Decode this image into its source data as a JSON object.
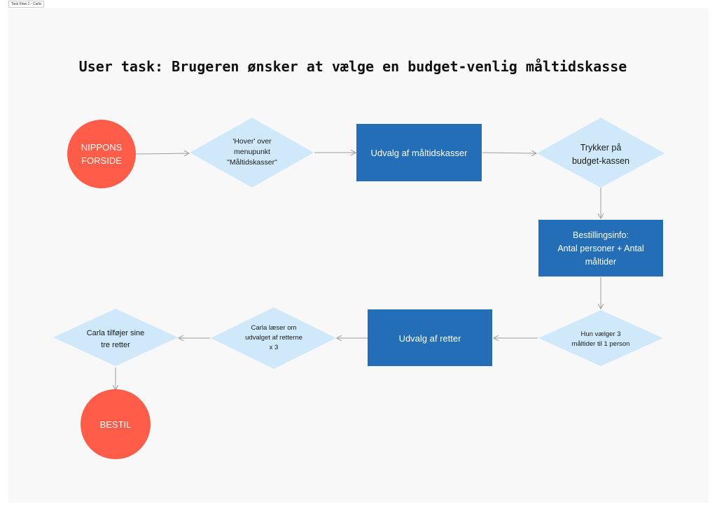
{
  "frame": {
    "label": "Task Flow 1 - Carla"
  },
  "diagram": {
    "title": "User task: Brugeren ønsker at vælge en budget-venlig måltidskasse",
    "colors": {
      "circle": "#ff5d49",
      "diamond": "#cfe9fb",
      "rect": "#236eb6",
      "connector": "#9d9d9d",
      "background": "#f8f8f8"
    },
    "nodes": {
      "start": {
        "lines": [
          "NIPPONS",
          "FORSIDE"
        ]
      },
      "hover": {
        "lines": [
          "'Hover' over",
          "menupunkt",
          "\"Måltidskasser\""
        ]
      },
      "selection_boxes": {
        "lines": [
          "Udvalg af måltidskasser"
        ]
      },
      "click_budget": {
        "lines": [
          "Trykker på",
          "budget-kassen"
        ]
      },
      "order_info": {
        "lines": [
          "Bestillingsinfo:",
          "Antal personer + Antal",
          "måltider"
        ]
      },
      "choose_meals": {
        "lines": [
          "Hun vælger 3",
          "måltider til 1 person"
        ]
      },
      "selection_dishes": {
        "lines": [
          "Udvalg af retter"
        ]
      },
      "reads_dishes": {
        "lines": [
          "Carla læser om",
          "udvalget af retterne",
          "x 3"
        ]
      },
      "adds_dishes": {
        "lines": [
          "Carla tilføjer sine",
          "tre retter"
        ]
      },
      "order": {
        "lines": [
          "BESTIL"
        ]
      }
    }
  }
}
